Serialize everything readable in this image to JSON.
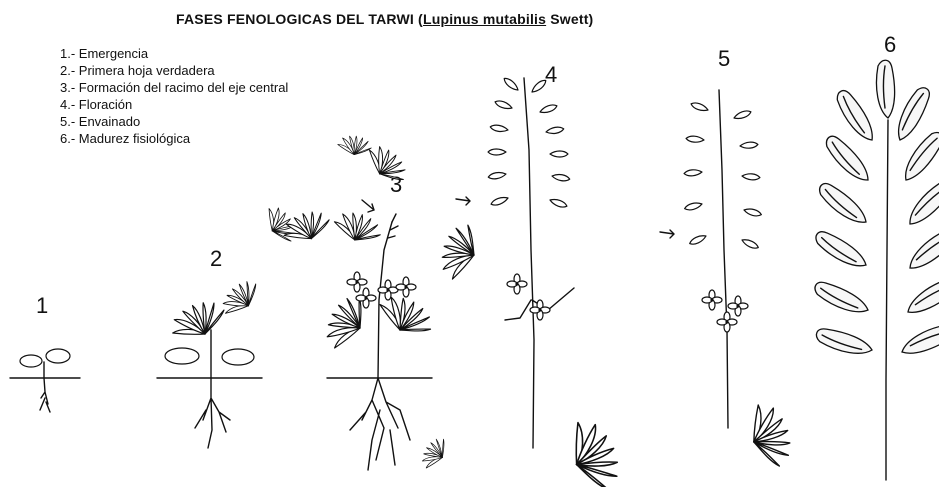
{
  "title": {
    "prefix": "FASES FENOLOGICAS DEL TARWI (",
    "species": "Lupinus mutabilis",
    "suffix": " Swett)"
  },
  "legend": [
    "1.- Emergencia",
    "2.- Primera hoja verdadera",
    "3.- Formación del racimo del eje central",
    "4.- Floración",
    "5.- Envainado",
    "6.- Madurez fisiológica"
  ],
  "stages": [
    "1",
    "2",
    "3",
    "4",
    "5",
    "6"
  ],
  "colors": {
    "ink": "#111111",
    "paper": "#ffffff"
  }
}
